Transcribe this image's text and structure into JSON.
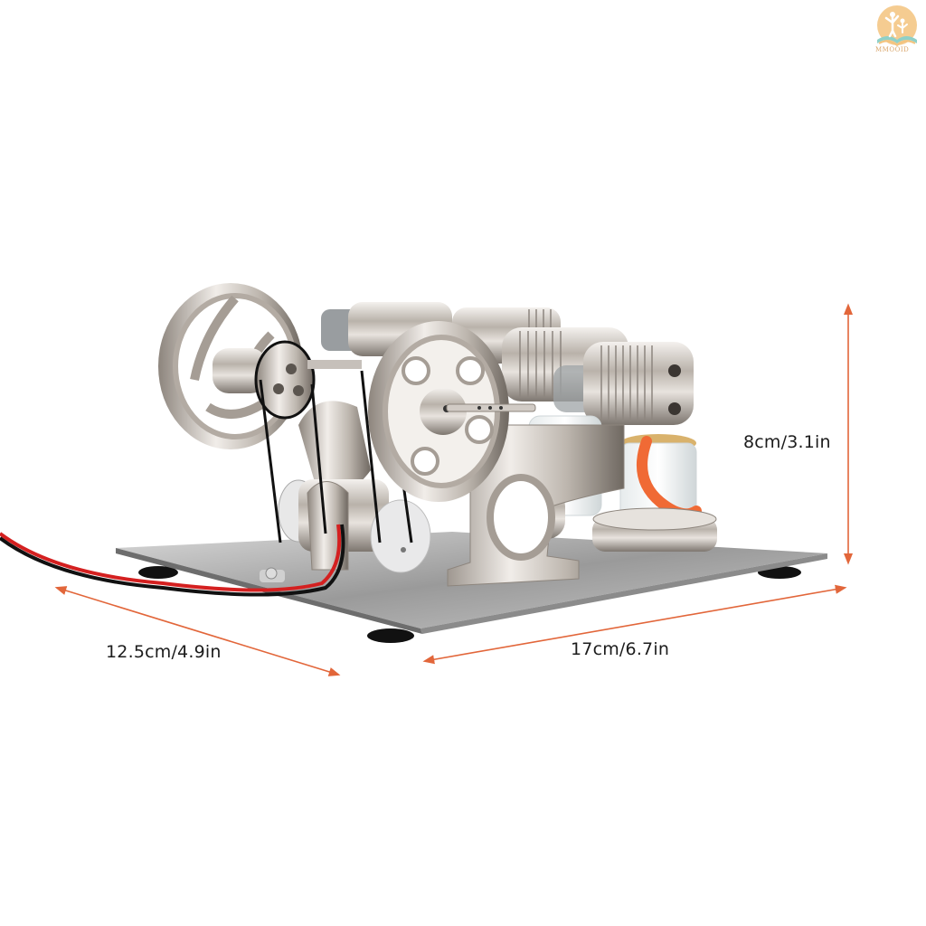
{
  "product": {
    "subject": "Stirling engine model with motor generator",
    "description": "Twin-cylinder hot air Stirling engine on stainless steel base with flywheels, belts, DC motor with red/black wires, and glass alcohol burners with orange wicks"
  },
  "watermark": {
    "logo_icon": "people-on-book-icon",
    "text": "MMOOID"
  },
  "dimensions": {
    "height_label": "8cm/3.1in",
    "depth_label": "12.5cm/4.9in",
    "width_label": "17cm/6.7in"
  },
  "colors": {
    "arrow": "#e2663a",
    "label_text": "#1c1c1c",
    "background": "#ffffff",
    "wire_red": "#d42020",
    "wire_black": "#111111",
    "wick": "#f06a35",
    "logo_sun": "#f3c37e",
    "logo_book": "#8fd0c8"
  }
}
